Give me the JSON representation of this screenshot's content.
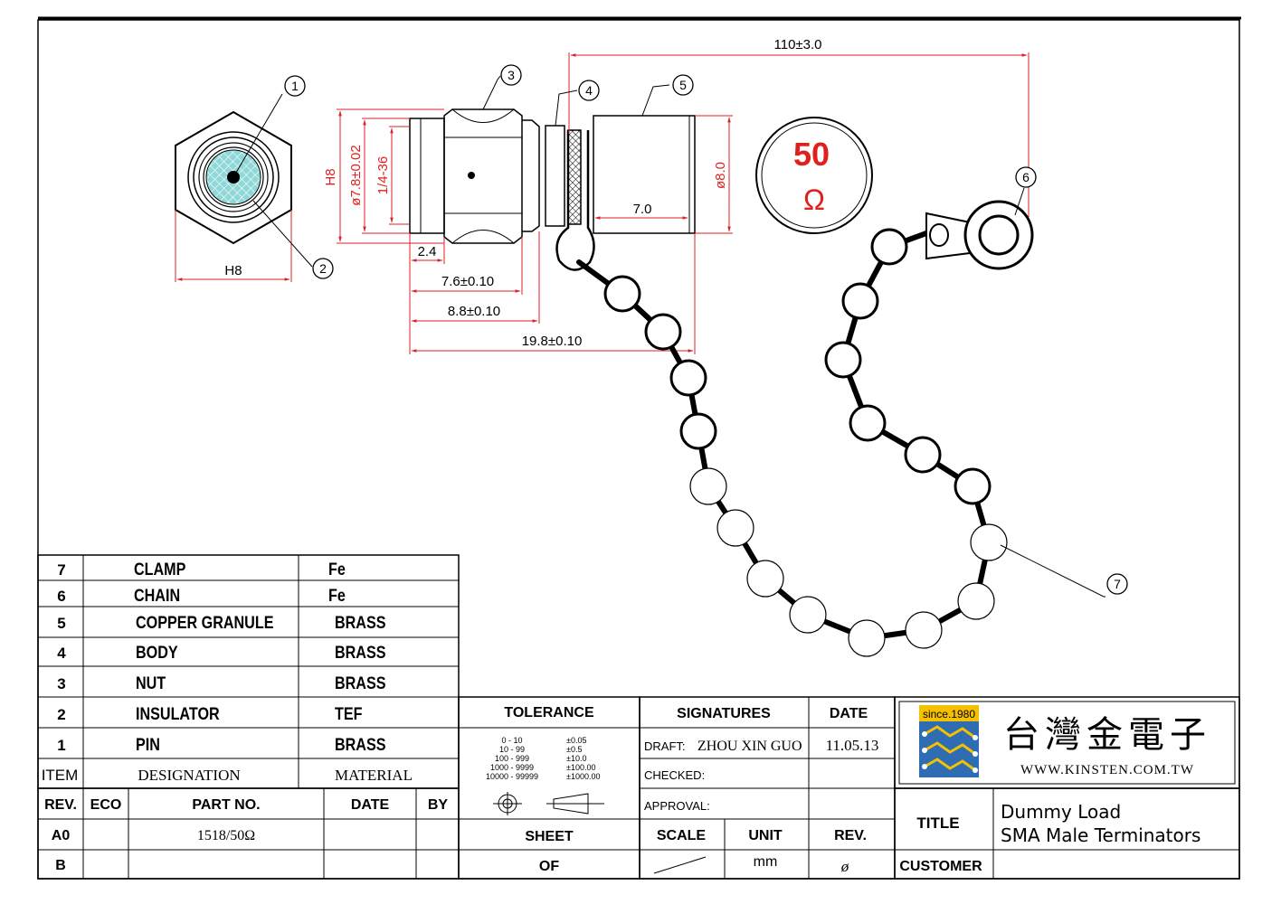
{
  "dimensions": {
    "total_length": "110±3.0",
    "hex_width": "H8",
    "hex_height": "H8",
    "diameter_body": "ø7.8±0.02",
    "thread": "1/4-36",
    "cap_diameter": "ø8.0",
    "cap_depth": "7.0",
    "d_2_4": "2.4",
    "d_7_6": "7.6±0.10",
    "d_8_8": "8.8±0.10",
    "d_19_8": "19.8±0.10"
  },
  "callouts": [
    "①",
    "②",
    "③",
    "④",
    "⑤",
    "⑥",
    "⑦"
  ],
  "impedance_badge": {
    "value": "50",
    "unit": "Ω"
  },
  "bom": {
    "rows": [
      {
        "item": "7",
        "designation": "CLAMP",
        "material": "Fe"
      },
      {
        "item": "6",
        "designation": "CHAIN",
        "material": "Fe"
      },
      {
        "item": "5",
        "designation": "COPPER GRANULE",
        "material": "BRASS"
      },
      {
        "item": "4",
        "designation": "BODY",
        "material": "BRASS"
      },
      {
        "item": "3",
        "designation": "NUT",
        "material": "BRASS"
      },
      {
        "item": "2",
        "designation": "INSULATOR",
        "material": "TEF"
      },
      {
        "item": "1",
        "designation": "PIN",
        "material": "BRASS"
      }
    ],
    "header": {
      "item": "ITEM",
      "designation": "DESIGNATION",
      "material": "MATERIAL"
    }
  },
  "revisions": {
    "header": {
      "rev": "REV.",
      "eco": "ECO",
      "part_no": "PART NO.",
      "date": "DATE",
      "by": "BY"
    },
    "rows": [
      {
        "rev": "A0",
        "part_no": "1518/50Ω"
      },
      {
        "rev": "B",
        "part_no": ""
      }
    ]
  },
  "tolerance": {
    "title": "TOLERANCE",
    "rows": [
      {
        "range": "0 - 10",
        "tol": "±0.05"
      },
      {
        "range": "10 - 99",
        "tol": "±0.5"
      },
      {
        "range": "100 - 999",
        "tol": "±10.0"
      },
      {
        "range": "1000 - 9999",
        "tol": "±100.00"
      },
      {
        "range": "10000 - 99999",
        "tol": "±1000.00"
      }
    ]
  },
  "signatures": {
    "title": "SIGNATURES",
    "date_title": "DATE",
    "draft_label": "DRAFT:",
    "draft_name": "ZHOU XIN GUO",
    "draft_date": "11.05.13",
    "checked_label": "CHECKED:",
    "approval_label": "APPROVAL:"
  },
  "sheet": {
    "sheet": "SHEET",
    "of": "OF",
    "scale": "SCALE",
    "unit": "UNIT",
    "unit_value": "mm",
    "rev": "REV.",
    "rev_value": "ø"
  },
  "company": {
    "since": "since.1980",
    "name": "台灣金電子",
    "url": "WWW.KINSTEN.COM.TW"
  },
  "title_block": {
    "title_label": "TITLE",
    "title_line1": "Dummy  Load",
    "title_line2": "SMA  Male  Terminators",
    "customer_label": "CUSTOMER"
  },
  "colors": {
    "dimension": "#d8212a",
    "badge_text": "#e0201c",
    "insulator": "#8fd8d8"
  }
}
